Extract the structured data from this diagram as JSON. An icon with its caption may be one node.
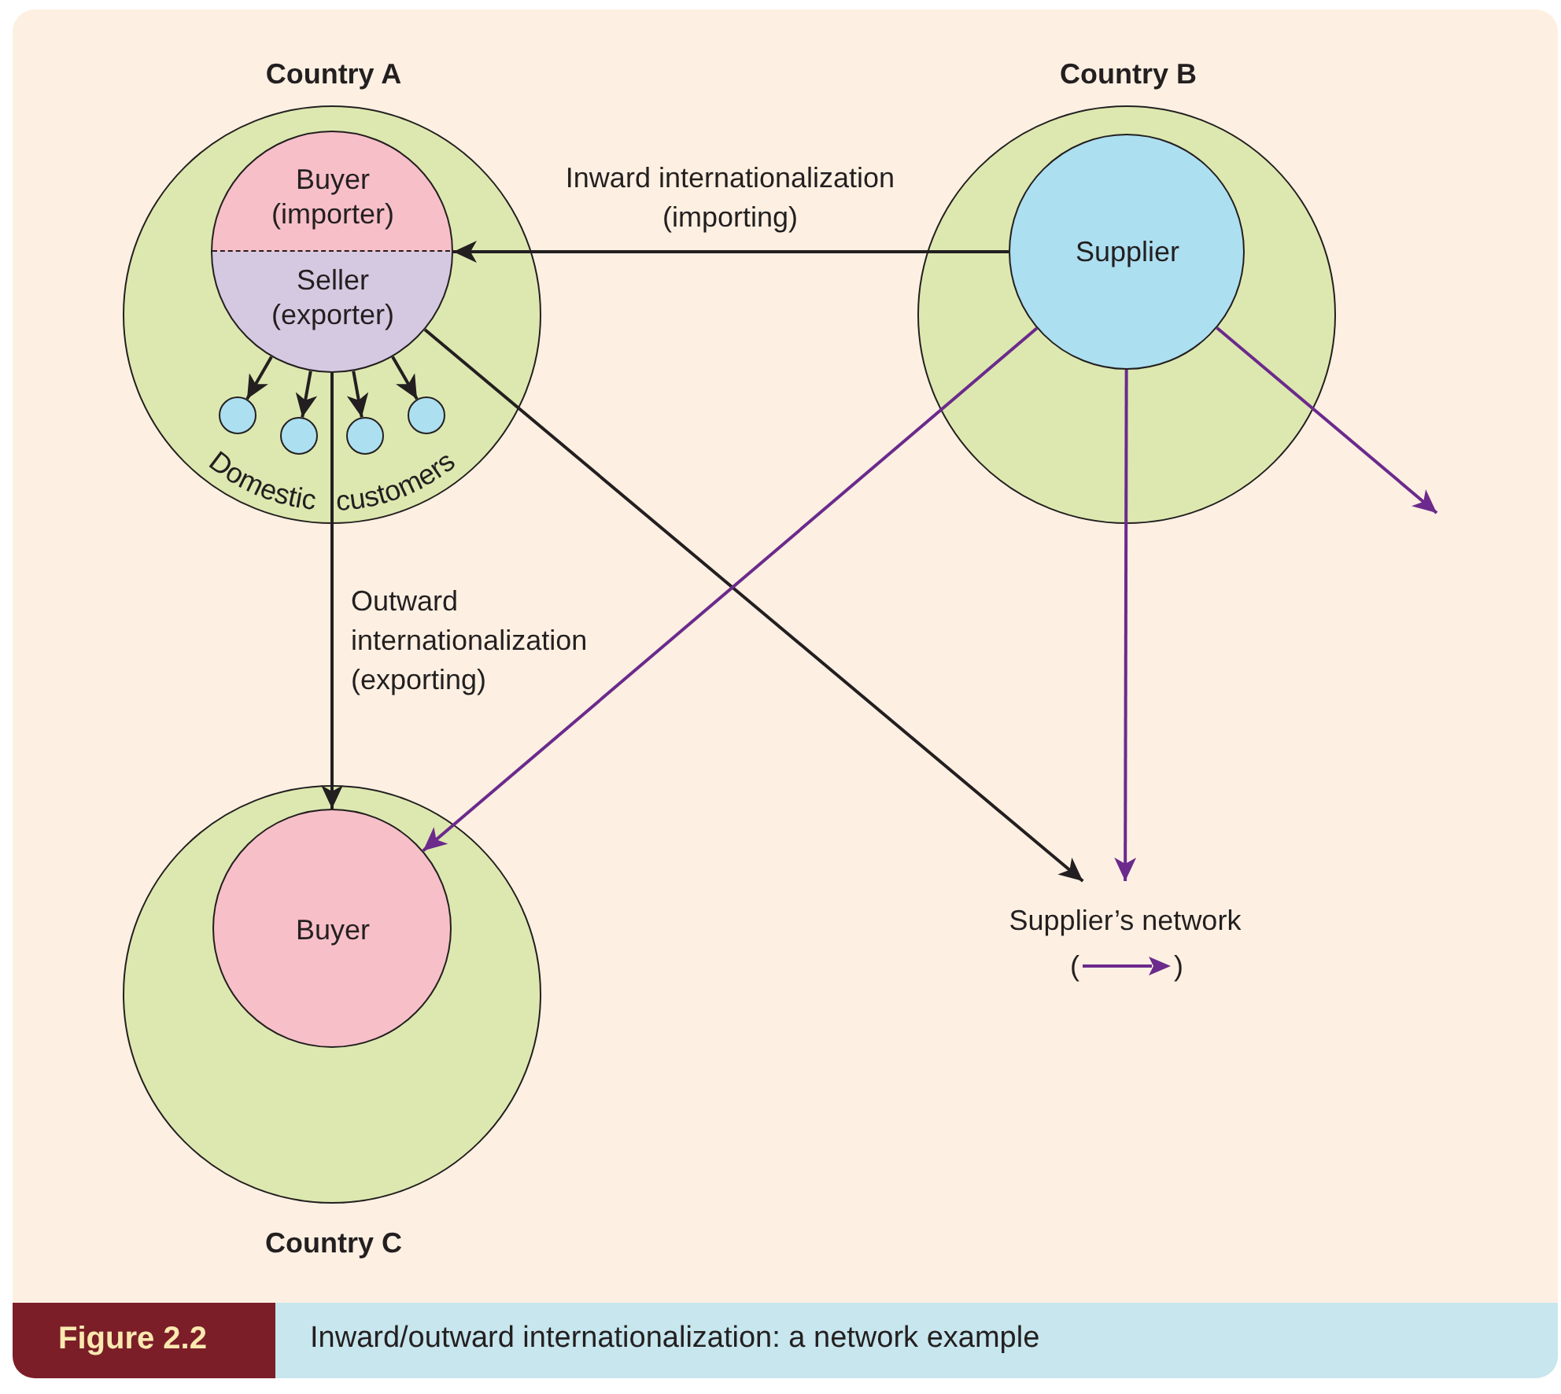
{
  "diagram": {
    "caption": "Inward/outward internationalization: a network example",
    "nodes": [
      {
        "text": [
          "Country A"
        ]
      },
      {
        "text": [
          "Buyer (importer)",
          "Seller (exporter)"
        ],
        "in": 0
      },
      {
        "text": [],
        "shape": "circle",
        "in": 0
      },
      {
        "text": [],
        "shape": "circle",
        "in": 0
      },
      {
        "text": [],
        "shape": "circle",
        "in": 0
      },
      {
        "text": [],
        "shape": "circle",
        "in": 0
      },
      {
        "text": [
          "Country B"
        ]
      },
      {
        "text": [
          "Supplier"
        ],
        "in": 6
      },
      {
        "text": [
          "Country C"
        ]
      },
      {
        "text": [
          "Buyer"
        ],
        "in": 8
      },
      {
        "text": [
          "Supplier’s network"
        ]
      }
    ],
    "edges": [
      {
        "from": 7,
        "to": 1,
        "arrow": "to",
        "label": "Inward internationalization (importing)"
      },
      {
        "from": 1,
        "to": 2,
        "arrow": "to"
      },
      {
        "from": 1,
        "to": 3,
        "arrow": "to"
      },
      {
        "from": 1,
        "to": 4,
        "arrow": "to"
      },
      {
        "from": 1,
        "to": 5,
        "arrow": "to"
      },
      {
        "from": 1,
        "to": 9,
        "arrow": "to",
        "label": "Outward internationalization (exporting)"
      },
      {
        "from": 1,
        "to": 10,
        "arrow": "to"
      },
      {
        "from": 7,
        "to": 9,
        "arrow": "to",
        "color": "#6b2a8c"
      },
      {
        "from": 7,
        "to": 10,
        "arrow": "to",
        "color": "#6b2a8c"
      },
      {
        "from": 7,
        "to": null,
        "arrow": "to",
        "color": "#6b2a8c"
      }
    ],
    "labels": [
      "Domestic customers",
      "(",
      ")",
      "Figure 2.2"
    ]
  }
}
